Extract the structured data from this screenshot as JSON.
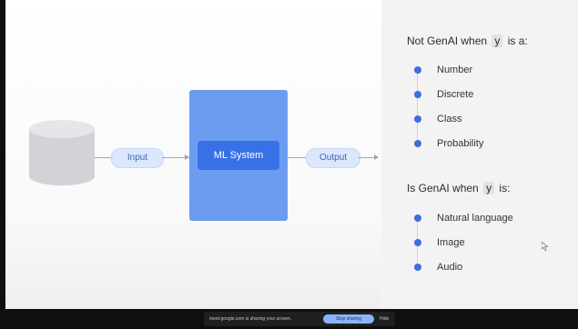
{
  "diagram": {
    "input_label": "Input",
    "system_label": "ML System",
    "output_label": "Output"
  },
  "not_genai": {
    "prefix": "Not GenAI when",
    "var": "y",
    "suffix": "is a:",
    "items": [
      "Number",
      "Discrete",
      "Class",
      "Probability"
    ]
  },
  "is_genai": {
    "prefix": "Is GenAI when",
    "var": "y",
    "suffix": "is:",
    "items": [
      "Natural language",
      "Image",
      "Audio"
    ]
  },
  "share_bar": {
    "message": "meet.google.com is sharing your screen.",
    "stop_label": "Stop sharing",
    "hide_label": "Hide"
  },
  "colors": {
    "accent": "#3871e6",
    "block": "#6b9cf0",
    "pill": "#dbe7fb",
    "bullet": "#3c6fd9"
  }
}
